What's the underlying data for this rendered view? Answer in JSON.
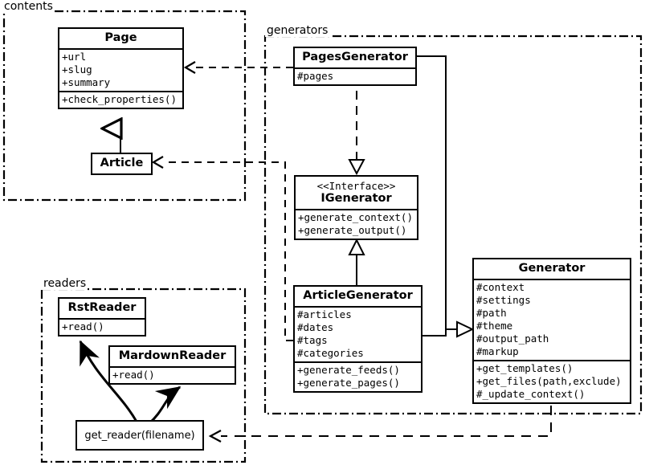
{
  "diagram": {
    "title": "Pelican architecture UML class diagram",
    "background": "#ffffff",
    "line_color": "#000000"
  },
  "packages": [
    {
      "name": "contents",
      "label": "contents"
    },
    {
      "name": "generators",
      "label": "generators"
    },
    {
      "name": "readers",
      "label": "readers"
    }
  ],
  "classes": {
    "page": {
      "name": "Page",
      "attributes": [
        "+url",
        "+slug",
        "+summary"
      ],
      "operations": [
        "+check_properties()"
      ]
    },
    "article": {
      "name": "Article",
      "attributes": [],
      "operations": []
    },
    "pages_generator": {
      "name": "PagesGenerator",
      "attributes": [
        "#pages"
      ],
      "operations": []
    },
    "igenerator": {
      "stereotype": "<<Interface>>",
      "name": "IGenerator",
      "attributes": [],
      "operations": [
        "+generate_context()",
        "+generate_output()"
      ]
    },
    "article_generator": {
      "name": "ArticleGenerator",
      "attributes": [
        "#articles",
        "#dates",
        "#tags",
        "#categories"
      ],
      "operations": [
        "+generate_feeds()",
        "+generate_pages()"
      ]
    },
    "generator": {
      "name": "Generator",
      "attributes": [
        "#context",
        "#settings",
        "#path",
        "#theme",
        "#output_path",
        "#markup"
      ],
      "operations": [
        "+get_templates()",
        "+get_files(path,exclude)",
        "#_update_context()"
      ]
    },
    "rst_reader": {
      "name": "RstReader",
      "attributes": [],
      "operations": [
        "+read()"
      ]
    },
    "mardown_reader": {
      "name": "MardownReader",
      "attributes": [],
      "operations": [
        "+read()"
      ]
    },
    "get_reader": {
      "name": "get_reader(filename)"
    }
  },
  "relationships": [
    {
      "from": "Article",
      "to": "Page",
      "type": "generalization"
    },
    {
      "from": "PagesGenerator",
      "to": "Page",
      "type": "dependency"
    },
    {
      "from": "ArticleGenerator",
      "to": "Article",
      "type": "dependency"
    },
    {
      "from": "PagesGenerator",
      "to": "IGenerator",
      "type": "realization"
    },
    {
      "from": "ArticleGenerator",
      "to": "IGenerator",
      "type": "generalization"
    },
    {
      "from": "PagesGenerator",
      "to": "Generator",
      "type": "generalization"
    },
    {
      "from": "ArticleGenerator",
      "to": "Generator",
      "type": "generalization"
    },
    {
      "from": "Generator",
      "to": "get_reader",
      "type": "dependency"
    },
    {
      "from": "get_reader",
      "to": "RstReader",
      "type": "creates"
    },
    {
      "from": "get_reader",
      "to": "MardownReader",
      "type": "creates"
    }
  ]
}
